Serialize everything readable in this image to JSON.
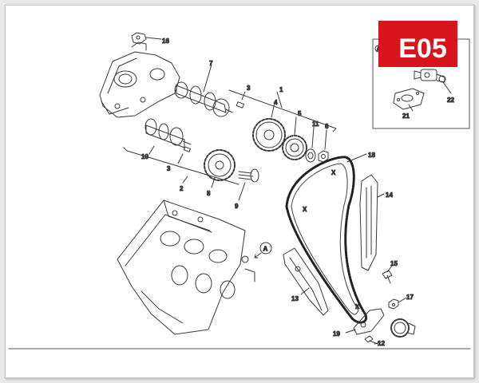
{
  "section_code": "E05",
  "colors": {
    "badge_background": "#d8141c",
    "badge_text": "#ffffff",
    "line": "#3a3a3a"
  },
  "inset_reference": "A",
  "view_marker": "A",
  "chain_marks": [
    "X",
    "X",
    "X"
  ],
  "callouts": {
    "c1": "1",
    "c2": "2",
    "c3a": "3",
    "c3b": "3",
    "c4": "4",
    "c5": "5",
    "c6": "6",
    "c7": "7",
    "c8": "8",
    "c9": "9",
    "c10": "10",
    "c11": "11",
    "c12": "12",
    "c13": "13",
    "c14": "14",
    "c15": "15",
    "c16": "16",
    "c17": "17",
    "c18": "18",
    "c19": "19",
    "c21": "21",
    "c22": "22"
  }
}
